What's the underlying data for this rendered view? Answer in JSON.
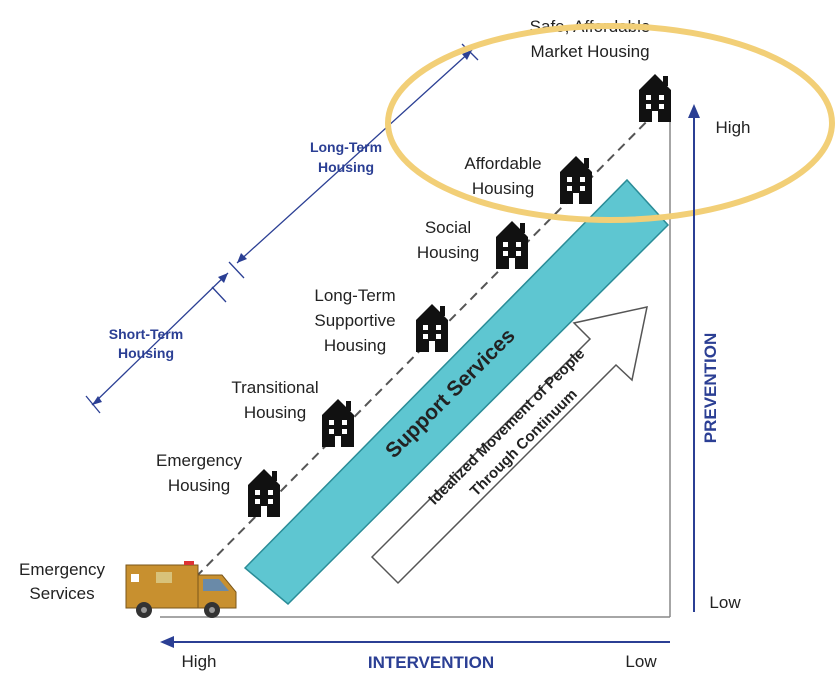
{
  "stages": [
    {
      "id": "emergency-services",
      "lines": [
        "Emergency",
        "Services"
      ]
    },
    {
      "id": "emergency-housing",
      "lines": [
        "Emergency",
        "Housing"
      ]
    },
    {
      "id": "transitional-housing",
      "lines": [
        "Transitional",
        "Housing"
      ]
    },
    {
      "id": "long-term-supportive-housing",
      "lines": [
        "Long-Term",
        "Supportive",
        "Housing"
      ]
    },
    {
      "id": "social-housing",
      "lines": [
        "Social",
        "Housing"
      ]
    },
    {
      "id": "affordable-housing",
      "lines": [
        "Affordable",
        "Housing"
      ]
    },
    {
      "id": "market-housing",
      "lines": [
        "Safe, Affordable",
        "Market Housing"
      ]
    }
  ],
  "ranges": {
    "short_term": [
      "Short-Term",
      "Housing"
    ],
    "long_term": [
      "Long-Term",
      "Housing"
    ]
  },
  "support_band_label": "Support Services",
  "movement_arrow_label": [
    "Idealized Movement of People",
    "Through Continuum"
  ],
  "axes": {
    "x_label": "INTERVENTION",
    "x_left": "High",
    "x_right": "Low",
    "y_label": "PREVENTION",
    "y_top": "High",
    "y_bottom": "Low"
  },
  "colors": {
    "band": "#5ec6d1",
    "axis_blue": "#2b3f94",
    "highlight": "#f2cf77",
    "house": "#111111",
    "truck": "#c8902f"
  },
  "icons": {
    "house": "house-icon",
    "truck": "ambulance-truck-icon"
  }
}
